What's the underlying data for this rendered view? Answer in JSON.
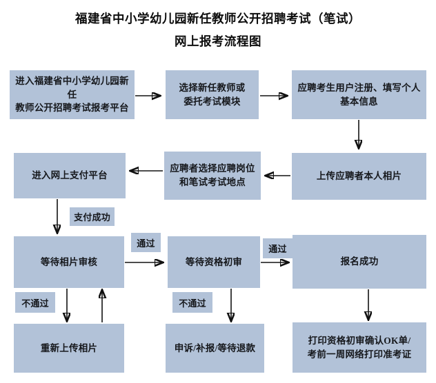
{
  "title": {
    "line1": "福建省中小学幼儿园新任教师公开招聘考试（笔试）",
    "line2": "网上报考流程图"
  },
  "colors": {
    "node_fill": "#b2c2d8",
    "arrow": "#111111",
    "text": "#16181c",
    "background": "#ffffff"
  },
  "nodes": [
    {
      "id": "enter-platform",
      "line1": "进入福建省中小学幼儿园新任",
      "line2": "教师公开招聘考试报考平台"
    },
    {
      "id": "select-module",
      "line1": "选择新任教师或",
      "line2": "委托考试模块"
    },
    {
      "id": "register-info",
      "line1": "应聘考生用户注册、填写个人",
      "line2": "基本信息"
    },
    {
      "id": "upload-photo",
      "line1": "上传应聘者本人相片",
      "line2": ""
    },
    {
      "id": "select-post",
      "line1": "应聘者选择应聘岗位",
      "line2": "和笔试考试地点"
    },
    {
      "id": "online-payment",
      "line1": "进入网上支付平台",
      "line2": ""
    },
    {
      "id": "wait-photo-audit",
      "line1": "等待相片审核",
      "line2": ""
    },
    {
      "id": "wait-qual-audit",
      "line1": "等待资格初审",
      "line2": ""
    },
    {
      "id": "signup-success",
      "line1": "报名成功",
      "line2": ""
    },
    {
      "id": "reupload-photo",
      "line1": "重新上传相片",
      "line2": ""
    },
    {
      "id": "appeal-refund",
      "line1": "申诉/补报/等待退款",
      "line2": ""
    },
    {
      "id": "print-ticket",
      "line1": "打印资格初审确认OK单/",
      "line2": "考前一周网络打印准考证"
    }
  ],
  "edge_labels": [
    {
      "id": "pay-success",
      "text": "支付成功"
    },
    {
      "id": "pass-photo",
      "text": "通过"
    },
    {
      "id": "pass-qual",
      "text": "通过"
    },
    {
      "id": "fail-photo",
      "text": "不通过"
    },
    {
      "id": "fail-qual",
      "text": "不通过"
    }
  ],
  "chart_data": {
    "type": "diagram",
    "diagram_kind": "flowchart",
    "title": "福建省中小学幼儿园新任教师公开招聘考试（笔试）网上报考流程图",
    "steps": [
      "进入福建省中小学幼儿园新任教师公开招聘考试报考平台",
      "选择新任教师或委托考试模块",
      "应聘考生用户注册、填写个人基本信息",
      "上传应聘者本人相片",
      "应聘者选择应聘岗位和笔试考试地点",
      "进入网上支付平台",
      "等待相片审核",
      "等待资格初审",
      "报名成功",
      "重新上传相片",
      "申诉/补报/等待退款",
      "打印资格初审确认OK单/考前一周网络打印准考证"
    ],
    "edges": [
      {
        "from": "进入福建省中小学幼儿园新任教师公开招聘考试报考平台",
        "to": "选择新任教师或委托考试模块",
        "label": ""
      },
      {
        "from": "选择新任教师或委托考试模块",
        "to": "应聘考生用户注册、填写个人基本信息",
        "label": ""
      },
      {
        "from": "应聘考生用户注册、填写个人基本信息",
        "to": "上传应聘者本人相片",
        "label": ""
      },
      {
        "from": "上传应聘者本人相片",
        "to": "应聘者选择应聘岗位和笔试考试地点",
        "label": ""
      },
      {
        "from": "应聘者选择应聘岗位和笔试考试地点",
        "to": "进入网上支付平台",
        "label": ""
      },
      {
        "from": "进入网上支付平台",
        "to": "等待相片审核",
        "label": "支付成功"
      },
      {
        "from": "等待相片审核",
        "to": "等待资格初审",
        "label": "通过"
      },
      {
        "from": "等待相片审核",
        "to": "重新上传相片",
        "label": "不通过"
      },
      {
        "from": "重新上传相片",
        "to": "等待相片审核",
        "label": ""
      },
      {
        "from": "等待资格初审",
        "to": "报名成功",
        "label": "通过"
      },
      {
        "from": "等待资格初审",
        "to": "申诉/补报/等待退款",
        "label": "不通过"
      },
      {
        "from": "报名成功",
        "to": "打印资格初审确认OK单/考前一周网络打印准考证",
        "label": ""
      }
    ]
  }
}
